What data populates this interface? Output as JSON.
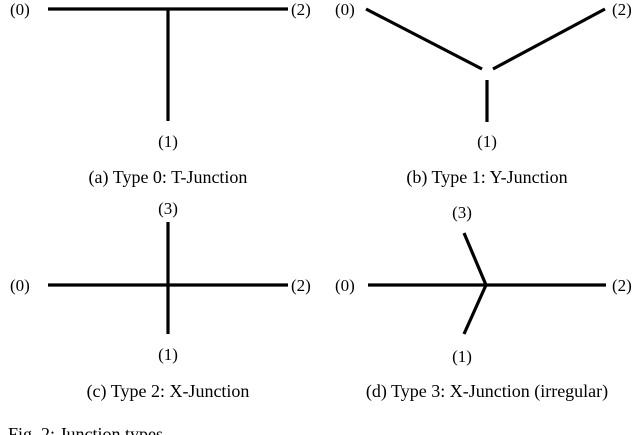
{
  "panels": [
    {
      "caption": "(a) Type 0: T-Junction",
      "labels": {
        "arm0": "(0)",
        "arm1": "(1)",
        "arm2": "(2)"
      }
    },
    {
      "caption": "(b) Type 1: Y-Junction",
      "labels": {
        "arm0": "(0)",
        "arm1": "(1)",
        "arm2": "(2)"
      }
    },
    {
      "caption": "(c) Type 2: X-Junction",
      "labels": {
        "arm0": "(0)",
        "arm1": "(1)",
        "arm2": "(2)",
        "arm3": "(3)"
      }
    },
    {
      "caption": "(d) Type 3: X-Junction (irregular)",
      "labels": {
        "arm0": "(0)",
        "arm1": "(1)",
        "arm2": "(2)",
        "arm3": "(3)"
      }
    }
  ],
  "figure_caption_partial": "Fig. 2:  Junction types ..."
}
